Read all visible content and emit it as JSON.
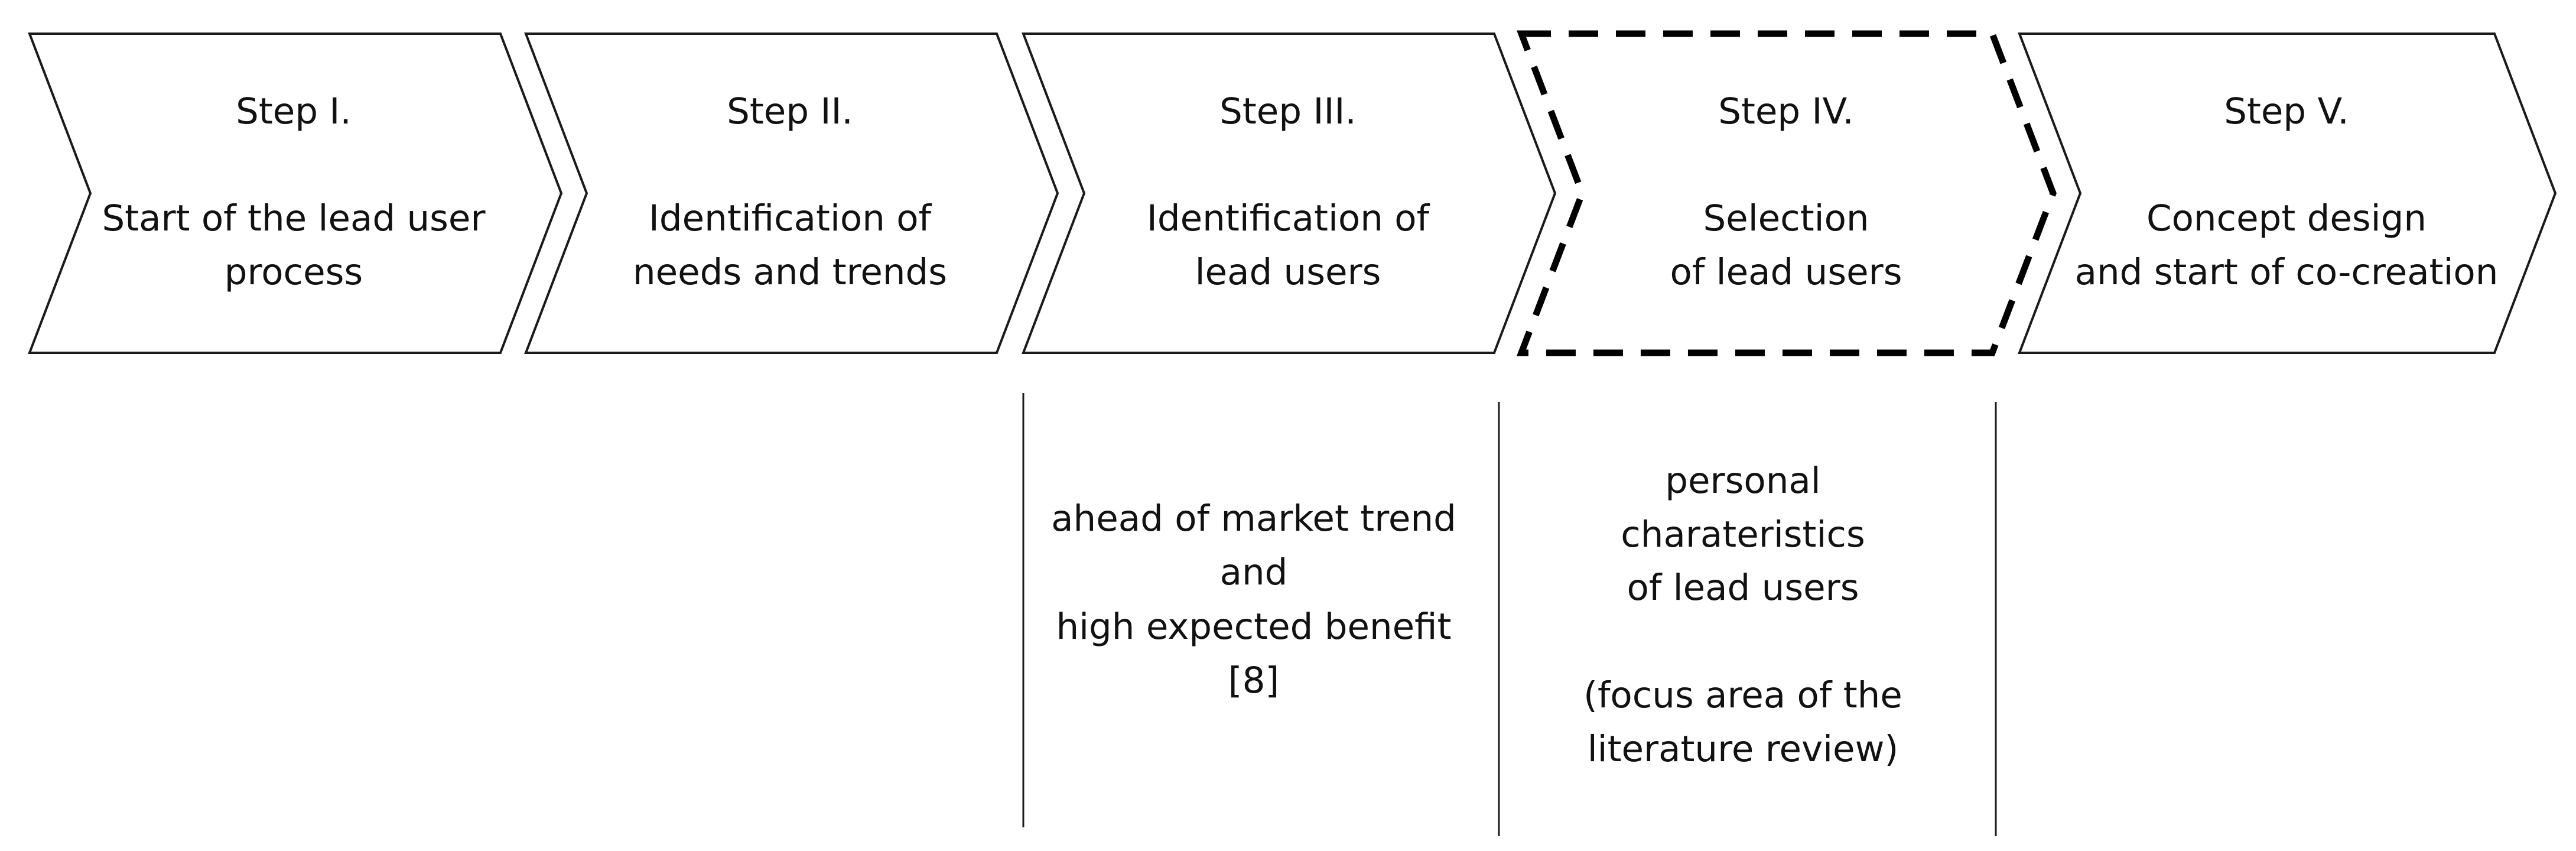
{
  "steps": [
    {
      "id": "step-1",
      "title": "Step I.",
      "lines": [
        "Start of the lead user",
        "process"
      ],
      "highlighted": false
    },
    {
      "id": "step-2",
      "title": "Step II.",
      "lines": [
        "Identification of",
        "needs and trends"
      ],
      "highlighted": false
    },
    {
      "id": "step-3",
      "title": "Step III.",
      "lines": [
        "Identification of",
        "lead users"
      ],
      "highlighted": false
    },
    {
      "id": "step-4",
      "title": "Step IV.",
      "lines": [
        "Selection",
        "of lead users"
      ],
      "highlighted": true
    },
    {
      "id": "step-5",
      "title": "Step V.",
      "lines": [
        "Concept design",
        "and start of co-creation"
      ],
      "highlighted": false
    }
  ],
  "notes": [
    {
      "id": "criteria-note",
      "lines": [
        "ahead of market trend",
        "and",
        "high expected benefit",
        "[8]"
      ]
    },
    {
      "id": "characteristics-note",
      "lines": [
        "personal",
        "charateristics",
        "of lead users",
        "",
        "(focus area of the",
        "literature review)"
      ]
    }
  ],
  "colors": {
    "outline": "#1a1a1a",
    "text": "#111111",
    "background": "#ffffff"
  }
}
